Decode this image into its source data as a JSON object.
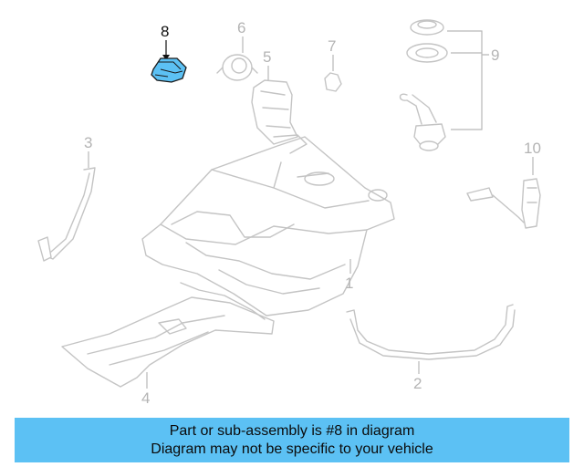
{
  "callouts": {
    "c1": "1",
    "c2": "2",
    "c3": "3",
    "c4": "4",
    "c5": "5",
    "c6": "6",
    "c7": "7",
    "c8": "8",
    "c9": "9",
    "c10": "10"
  },
  "highlighted_part": "8",
  "highlight_color": "#5cc1f4",
  "banner": {
    "line1": "Part or sub-assembly is #8 in diagram",
    "line2": "Diagram may not be specific to your vehicle",
    "background": "#5cc1f4"
  }
}
